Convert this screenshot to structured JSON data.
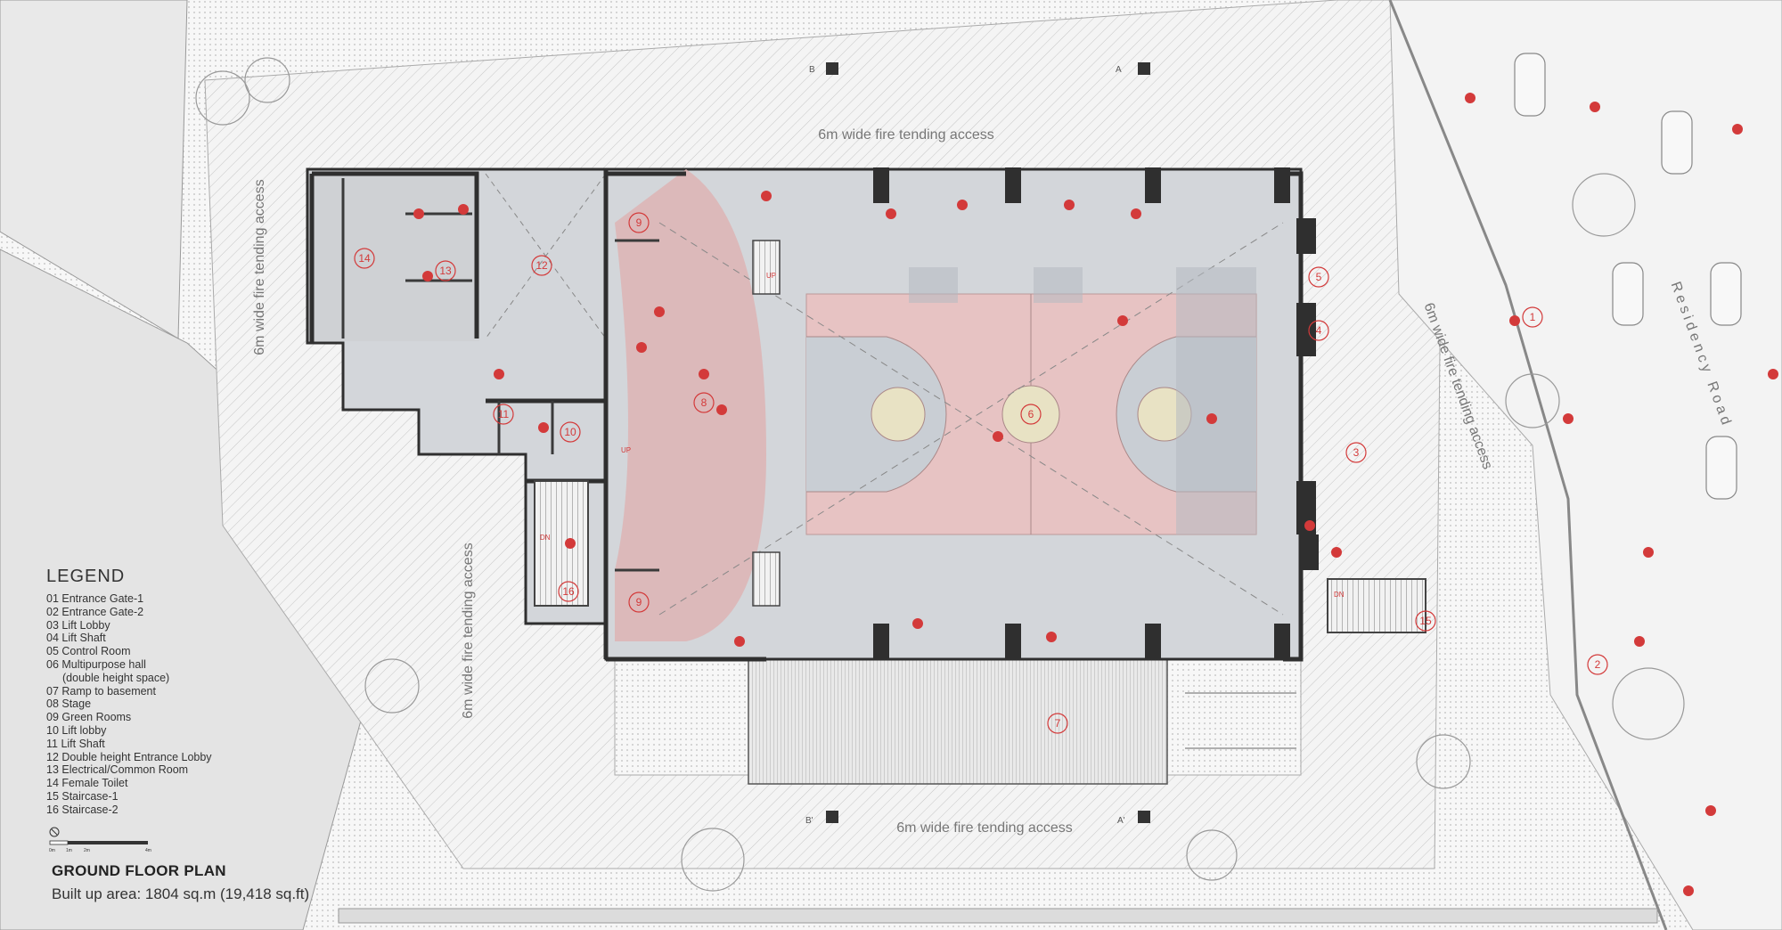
{
  "labels": {
    "access_top": "6m wide fire tending access",
    "access_bottom": "6m wide fire tending access",
    "access_left_upper": "6m wide fire tending access",
    "access_left_lower": "6m wide fire tending access",
    "access_right": "6m wide fire tending access",
    "road": "Residency Road",
    "up": "UP",
    "dn": "DN",
    "section_b_top": "B",
    "section_a_top": "A",
    "section_b_bottom": "B'",
    "section_a_bottom": "A'"
  },
  "rooms": [
    {
      "id": "room-1",
      "number": "1"
    },
    {
      "id": "room-2",
      "number": "2"
    },
    {
      "id": "room-3",
      "number": "3"
    },
    {
      "id": "room-4",
      "number": "4"
    },
    {
      "id": "room-5",
      "number": "5"
    },
    {
      "id": "room-6",
      "number": "6"
    },
    {
      "id": "room-7",
      "number": "7"
    },
    {
      "id": "room-8",
      "number": "8"
    },
    {
      "id": "room-9a",
      "number": "9"
    },
    {
      "id": "room-9b",
      "number": "9"
    },
    {
      "id": "room-10",
      "number": "10"
    },
    {
      "id": "room-11",
      "number": "11"
    },
    {
      "id": "room-12",
      "number": "12"
    },
    {
      "id": "room-13",
      "number": "13"
    },
    {
      "id": "room-14",
      "number": "14"
    },
    {
      "id": "room-15",
      "number": "15"
    },
    {
      "id": "room-16",
      "number": "16"
    }
  ],
  "legend": {
    "title": "LEGEND",
    "items": [
      "01 Entrance Gate-1",
      "02 Entrance Gate-2",
      "03 Lift Lobby",
      "04 Lift Shaft",
      "05 Control Room",
      "06 Multipurpose hall",
      "(double height space)",
      "07 Ramp to basement",
      "08 Stage",
      "09 Green Rooms",
      "10 Lift lobby",
      "11 Lift Shaft",
      "12 Double height Entrance Lobby",
      "13 Electrical/Common Room",
      "14 Female Toilet",
      "15 Staircase-1",
      "16 Staircase-2"
    ]
  },
  "scale_bar": {
    "ticks": [
      "0m",
      "1m",
      "2m",
      "4m"
    ]
  },
  "plan_title": "GROUND FLOOR PLAN",
  "built_up_area": "Built up area: 1804 sq.m (19,418 sq.ft)",
  "colors": {
    "wall": "#2f2f2f",
    "people": "#d33a3a",
    "room_number": "#d33a3a",
    "court_floor": "#e7c3c3",
    "interior": "#d3d6da",
    "stage": "#ddb6b6",
    "hatch": "#c9c9c9"
  }
}
